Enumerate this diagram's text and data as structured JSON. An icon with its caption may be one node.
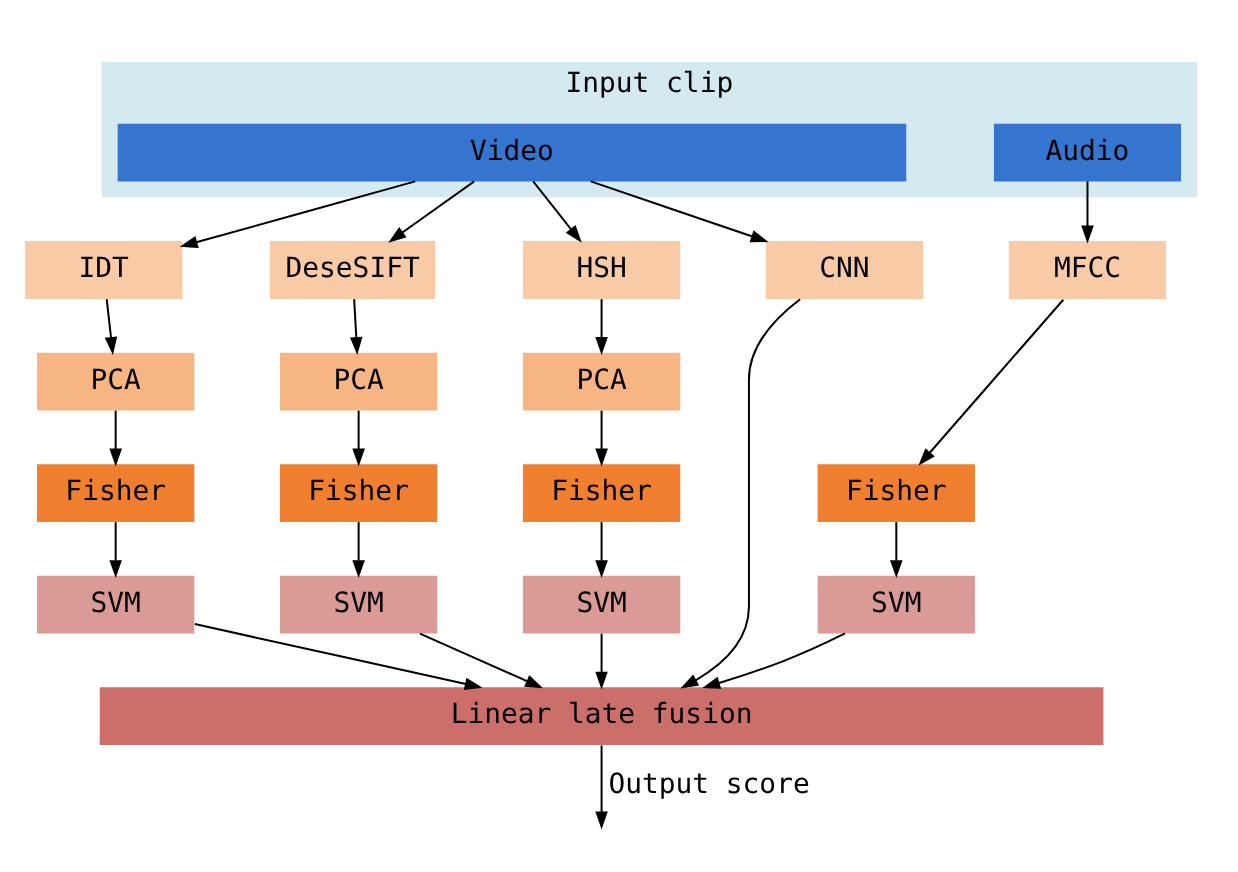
{
  "diagram": {
    "nodes": [
      {
        "text": [
          "Input clip"
        ]
      },
      {
        "text": [
          "Video"
        ],
        "in": 0
      },
      {
        "text": [
          "Audio"
        ],
        "in": 0
      },
      {
        "text": [
          "IDT"
        ]
      },
      {
        "text": [
          "DeseSIFT"
        ]
      },
      {
        "text": [
          "HSH"
        ]
      },
      {
        "text": [
          "CNN"
        ]
      },
      {
        "text": [
          "MFCC"
        ]
      },
      {
        "text": [
          "PCA"
        ]
      },
      {
        "text": [
          "PCA"
        ]
      },
      {
        "text": [
          "PCA"
        ]
      },
      {
        "text": [
          "Fisher"
        ]
      },
      {
        "text": [
          "Fisher"
        ]
      },
      {
        "text": [
          "Fisher"
        ]
      },
      {
        "text": [
          "Fisher"
        ]
      },
      {
        "text": [
          "SVM"
        ]
      },
      {
        "text": [
          "SVM"
        ]
      },
      {
        "text": [
          "SVM"
        ]
      },
      {
        "text": [
          "SVM"
        ]
      },
      {
        "text": [
          "Linear late fusion"
        ]
      }
    ],
    "edges": [
      {
        "from": 1,
        "to": 3,
        "arrow": "to"
      },
      {
        "from": 1,
        "to": 4,
        "arrow": "to"
      },
      {
        "from": 1,
        "to": 5,
        "arrow": "to"
      },
      {
        "from": 1,
        "to": 6,
        "arrow": "to"
      },
      {
        "from": 2,
        "to": 7,
        "arrow": "to"
      },
      {
        "from": 3,
        "to": 8,
        "arrow": "to"
      },
      {
        "from": 4,
        "to": 9,
        "arrow": "to"
      },
      {
        "from": 5,
        "to": 10,
        "arrow": "to"
      },
      {
        "from": 8,
        "to": 11,
        "arrow": "to"
      },
      {
        "from": 9,
        "to": 12,
        "arrow": "to"
      },
      {
        "from": 10,
        "to": 13,
        "arrow": "to"
      },
      {
        "from": 7,
        "to": 14,
        "arrow": "to"
      },
      {
        "from": 11,
        "to": 15,
        "arrow": "to"
      },
      {
        "from": 12,
        "to": 16,
        "arrow": "to"
      },
      {
        "from": 13,
        "to": 17,
        "arrow": "to"
      },
      {
        "from": 14,
        "to": 18,
        "arrow": "to"
      },
      {
        "from": 15,
        "to": 19,
        "arrow": "to"
      },
      {
        "from": 16,
        "to": 19,
        "arrow": "to"
      },
      {
        "from": 17,
        "to": 19,
        "arrow": "to"
      },
      {
        "from": 6,
        "to": 19,
        "arrow": "to"
      },
      {
        "from": 18,
        "to": 19,
        "arrow": "to"
      },
      {
        "from": 19,
        "to": null,
        "arrow": "to",
        "label": "Output score"
      }
    ]
  }
}
